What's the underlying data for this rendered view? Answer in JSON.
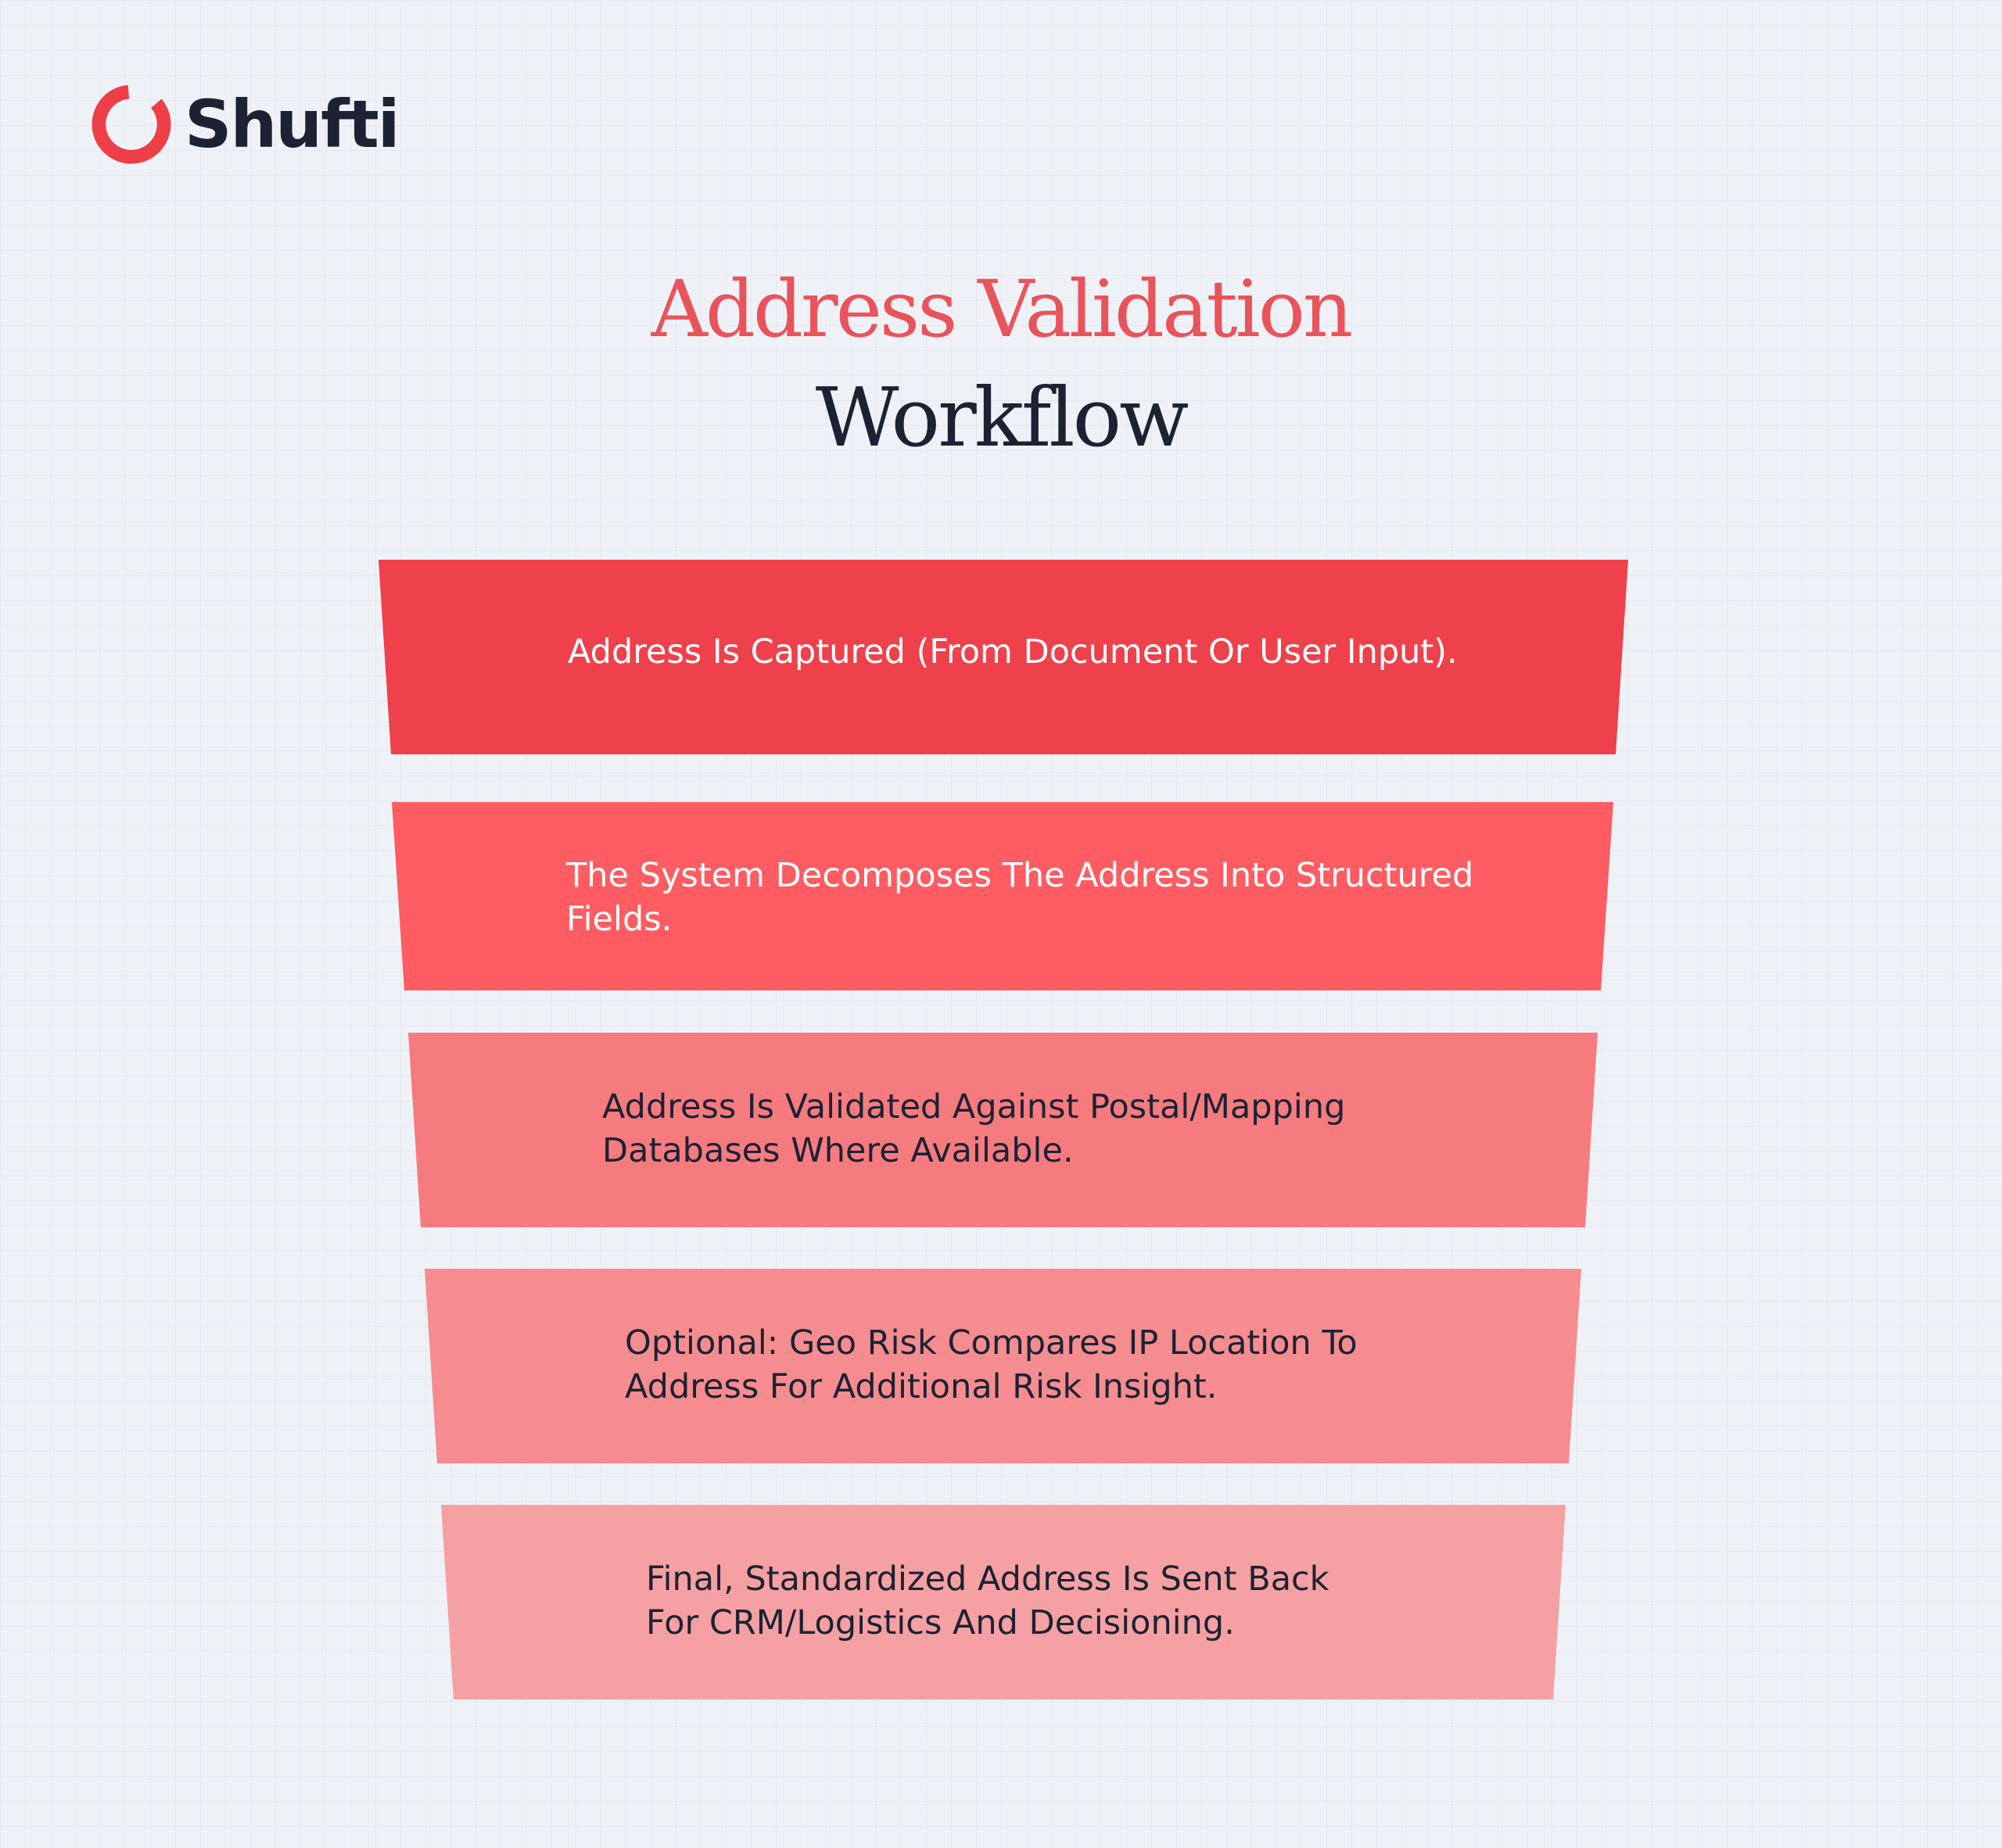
{
  "brand": {
    "name": "Shufti",
    "icon": "ring-logo-icon",
    "color": "#ee3e48"
  },
  "title": {
    "line1": "Address Validation",
    "line2": "Workflow",
    "line1_color": "#e9535b",
    "line2_color": "#1c2233"
  },
  "steps": [
    {
      "text": "Address Is Captured (From Document Or User Input).",
      "color": "#ee414b",
      "text_color": "#ffffff"
    },
    {
      "text": "The System Decomposes The Address Into Structured\nFields.",
      "color": "#fd5c62",
      "text_color": "#ffffff"
    },
    {
      "text": "Address Is Validated Against Postal/Mapping\nDatabases Where Available.",
      "color": "#f67b7f",
      "text_color": "#1c2233"
    },
    {
      "text": "Optional: Geo Risk Compares IP Location To\nAddress For Additional Risk Insight.",
      "color": "#f58c8f",
      "text_color": "#1c2233"
    },
    {
      "text": "Final, Standardized Address Is Sent Back\nFor CRM/Logistics And Decisioning.",
      "color": "#f5a0a2",
      "text_color": "#1c2233"
    }
  ]
}
